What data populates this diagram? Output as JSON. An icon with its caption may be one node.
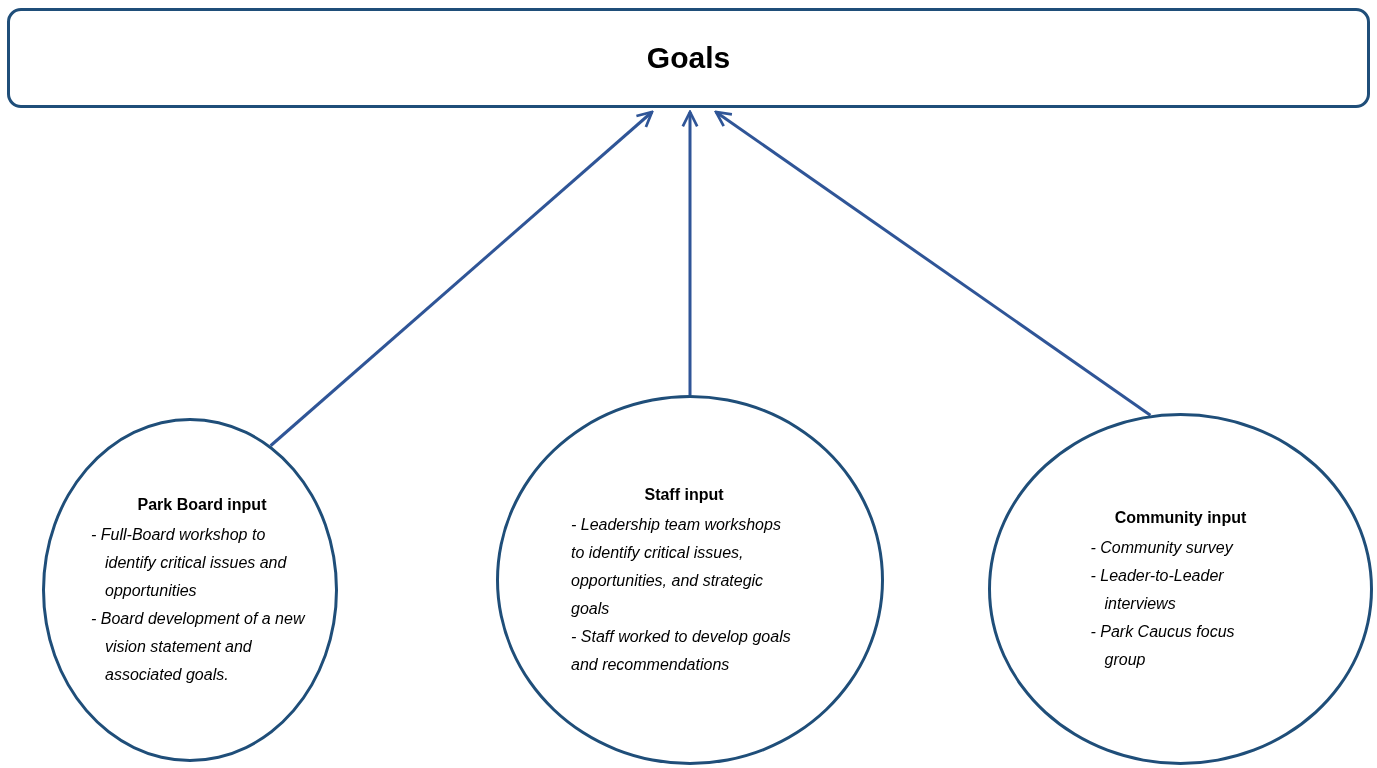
{
  "diagram": {
    "nodes": [
      {
        "text": [
          "Goals"
        ]
      },
      {
        "text": [
          "Park Board input",
          "- Full-Board workshop to identify critical issues and opportunities",
          "- Board development of a new vision statement and associated goals."
        ]
      },
      {
        "text": [
          "Staff input",
          "- Leadership team workshops to identify critical issues, opportunities, and strategic goals",
          "- Staff worked to develop goals and recommendations"
        ]
      },
      {
        "text": [
          "Community input",
          "- Community survey",
          "- Leader-to-Leader interviews",
          "- Park Caucus focus group"
        ]
      }
    ],
    "edges": [
      {
        "from": 1,
        "to": 0,
        "arrow": "to"
      },
      {
        "from": 2,
        "to": 0,
        "arrow": "to"
      },
      {
        "from": 3,
        "to": 0,
        "arrow": "to"
      }
    ]
  }
}
